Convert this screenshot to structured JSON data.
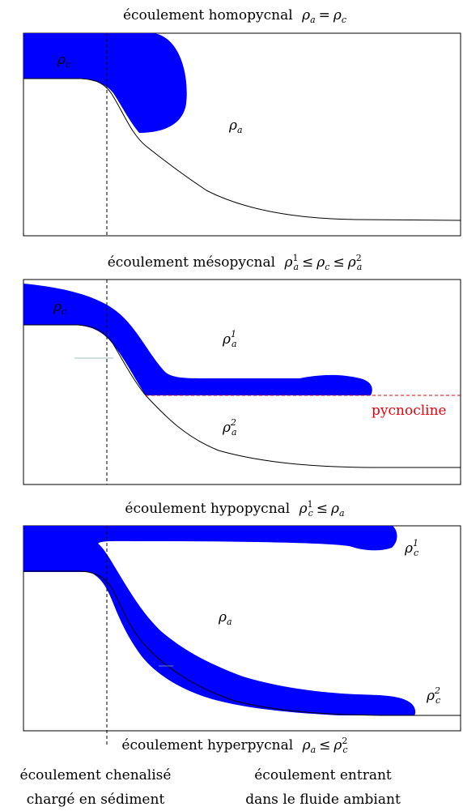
{
  "colors": {
    "flow": "#0000ff",
    "pycnocline": "#e8000b",
    "line": "#000000"
  },
  "panel1": {
    "caption_prefix": "écoulement homopycnal",
    "caption_math": "ρa = ρc",
    "label_rho_c": "ρc",
    "label_rho_a": "ρa"
  },
  "panel2": {
    "caption_prefix": "écoulement mésopycnal",
    "caption_math": "ρa¹ ≤ ρc ≤ ρa²",
    "label_rho_c": "ρc",
    "label_rho_a1": "ρa¹",
    "label_rho_a2": "ρa²",
    "pycnocline_label": "pycnocline"
  },
  "panel3": {
    "caption_prefix": "écoulement hypopycnal",
    "caption_math": "ρc¹ ≤ ρa",
    "label_rho_a": "ρa",
    "label_rho_c1": "ρc¹",
    "label_rho_c2": "ρc²"
  },
  "panel4": {
    "caption_prefix": "écoulement hyperpycnal",
    "caption_math": "ρa ≤ ρc²"
  },
  "bottom": {
    "left_line1": "écoulement chenalisé",
    "left_line2": "chargé en sédiment",
    "right_line1": "écoulement entrant",
    "right_line2": "dans le fluide ambiant"
  }
}
